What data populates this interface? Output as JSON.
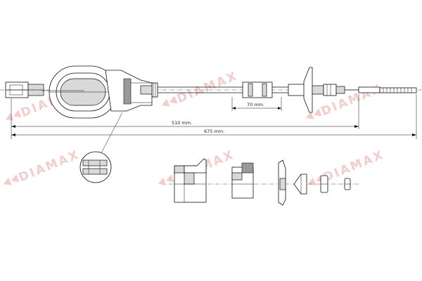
{
  "dimensions": {
    "dim_70": "70 mm.",
    "dim_510": "510 mm.",
    "dim_675": "675 mm."
  },
  "watermark": {
    "text": "DIAMAX",
    "color": "#f4cccc"
  },
  "colors": {
    "line": "#111111",
    "shade": "#d9d9d9",
    "dark_shade": "#9a9a9a"
  }
}
